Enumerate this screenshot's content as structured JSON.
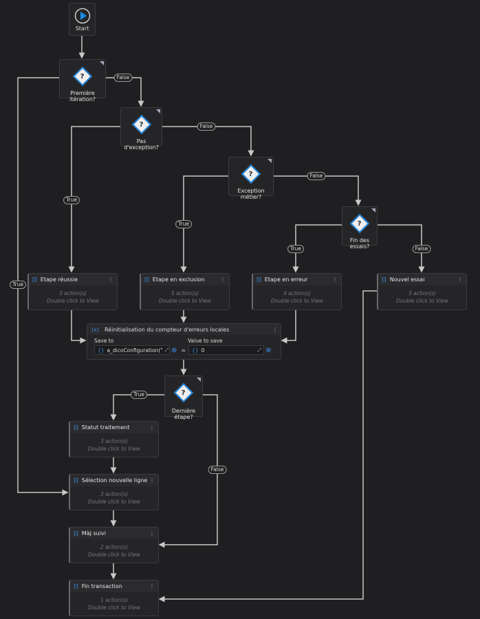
{
  "start": {
    "label": "Start"
  },
  "decisions": [
    {
      "label": "Première itération?"
    },
    {
      "label": "Pas d'exception?"
    },
    {
      "label": "Exception métier?"
    },
    {
      "label": "Fin des essais?"
    },
    {
      "label": "Dernière étape?"
    }
  ],
  "sequences": [
    {
      "title": "Etape réussie",
      "actions": "3 action(s)",
      "hint": "Double click to View"
    },
    {
      "title": "Etape en exclusion",
      "actions": "5 action(s)",
      "hint": "Double click to View"
    },
    {
      "title": "Etape en erreur",
      "actions": "4 action(s)",
      "hint": "Double click to View"
    },
    {
      "title": "Nouvel essai",
      "actions": "3 action(s)",
      "hint": "Double click to View"
    },
    {
      "title": "Statut traitement",
      "actions": "3 action(s)",
      "hint": "Double click to View"
    },
    {
      "title": "Sélection nouvelle ligne",
      "actions": "3 action(s)",
      "hint": "Double click to View"
    },
    {
      "title": "MàJ suivi",
      "actions": "2 action(s)",
      "hint": "Double click to View"
    },
    {
      "title": "Fin transaction",
      "actions": "1 action(s)",
      "hint": "Double click to View"
    }
  ],
  "assign": {
    "title": "Réinitialisation du compteur d'erreurs locales",
    "save_to_label": "Save to",
    "value_label": "Value to save",
    "save_to": "a_dicoConfiguration(\"",
    "value": "0",
    "equals": "="
  },
  "edge_labels": {
    "true": "True",
    "false": "False"
  }
}
